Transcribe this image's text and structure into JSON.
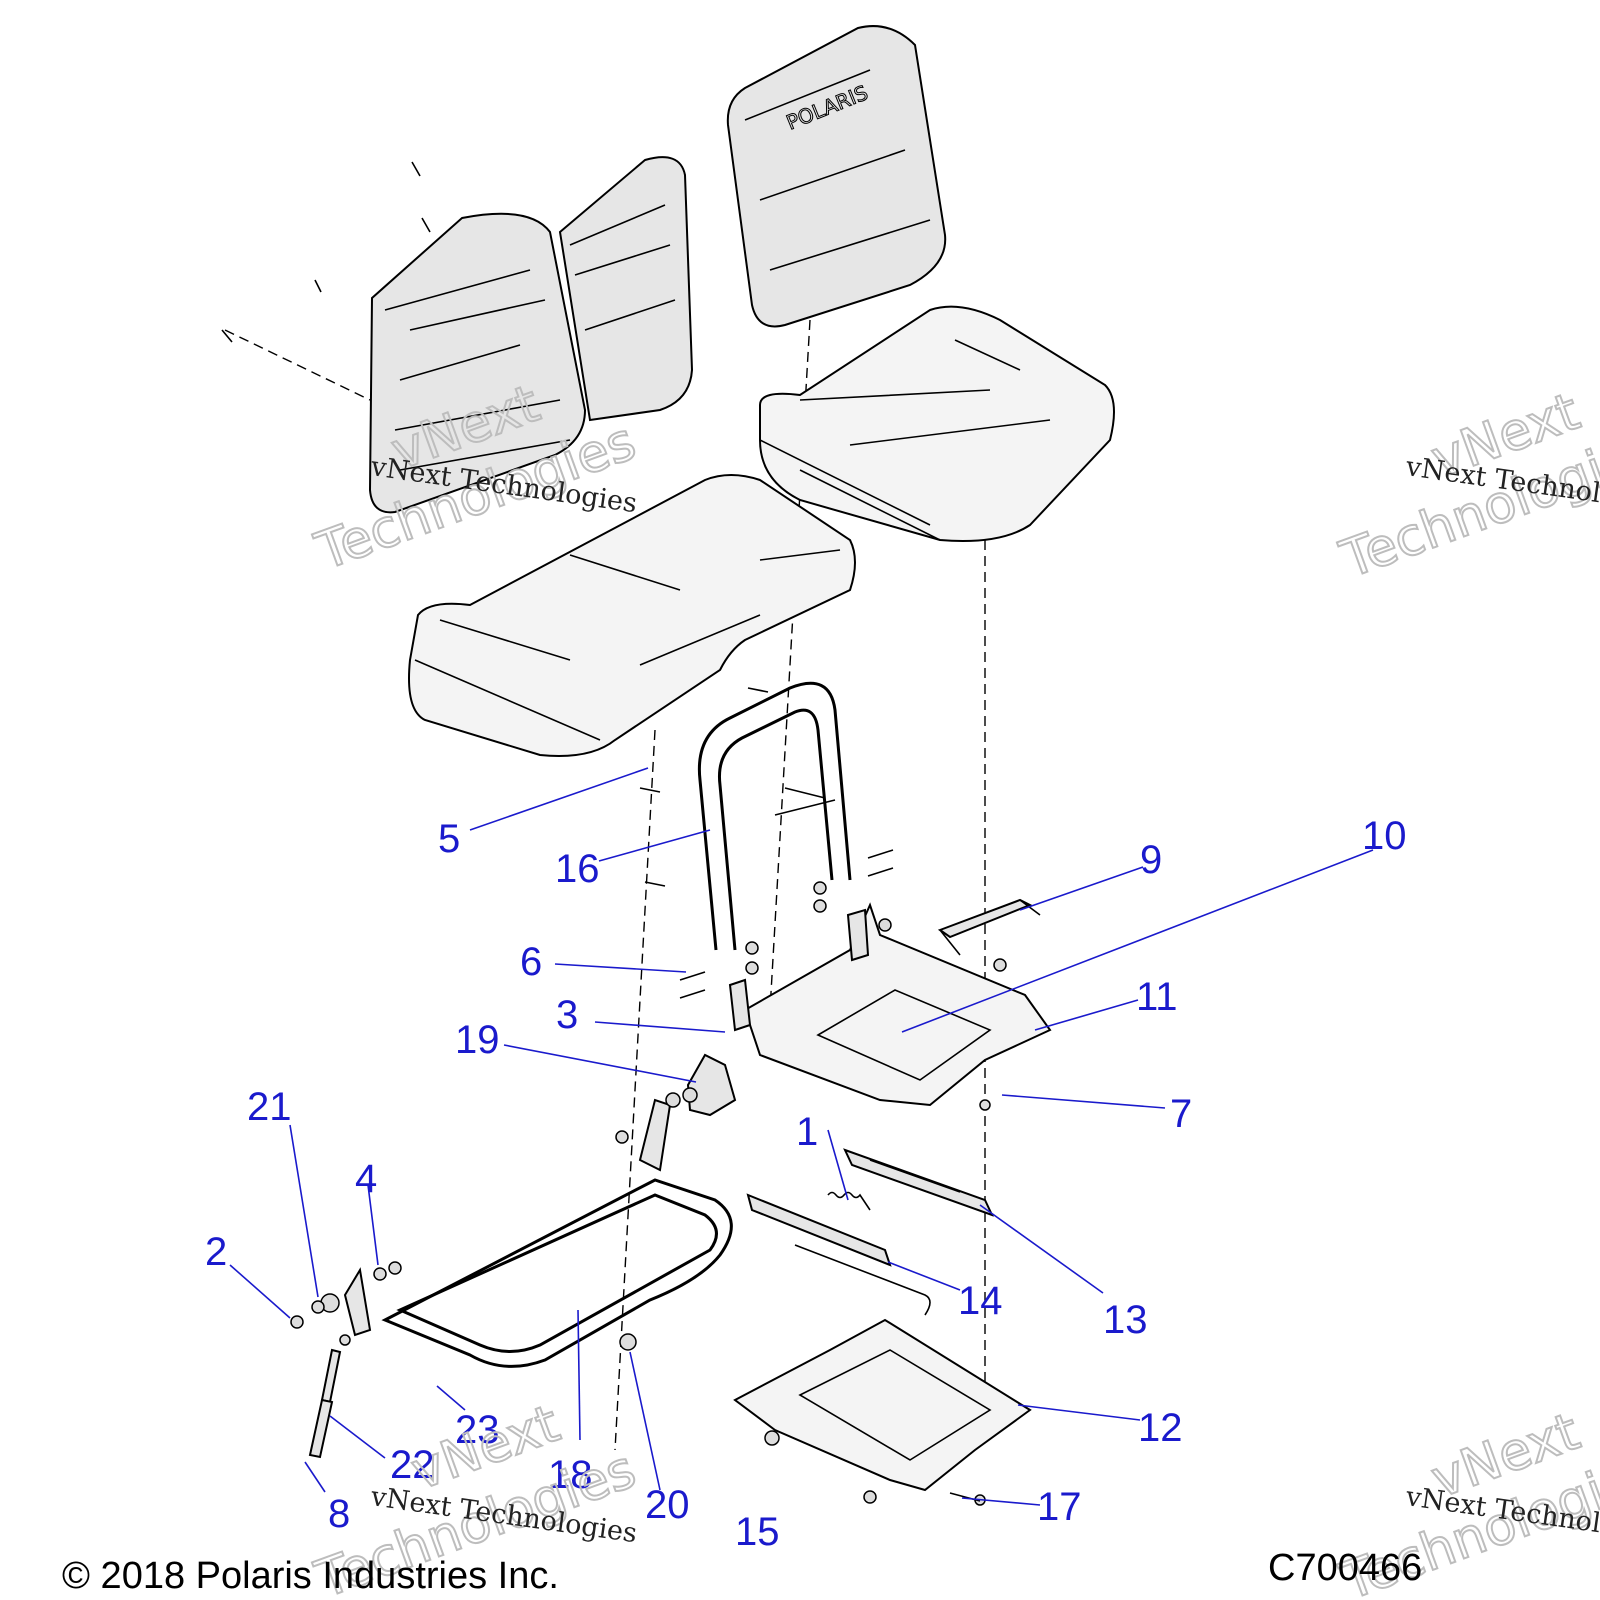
{
  "diagram": {
    "copyright": "© 2018 Polaris Industries Inc.",
    "figure_code": "C700466",
    "backrest_logo": "POLARIS",
    "watermark": {
      "line1": "vNext",
      "line2": "Technologies",
      "caption": "vNext Technologies"
    },
    "callouts": [
      "1",
      "2",
      "3",
      "4",
      "5",
      "6",
      "7",
      "8",
      "9",
      "10",
      "11",
      "12",
      "13",
      "14",
      "15",
      "16",
      "17",
      "18",
      "19",
      "20",
      "21",
      "22",
      "23"
    ]
  }
}
